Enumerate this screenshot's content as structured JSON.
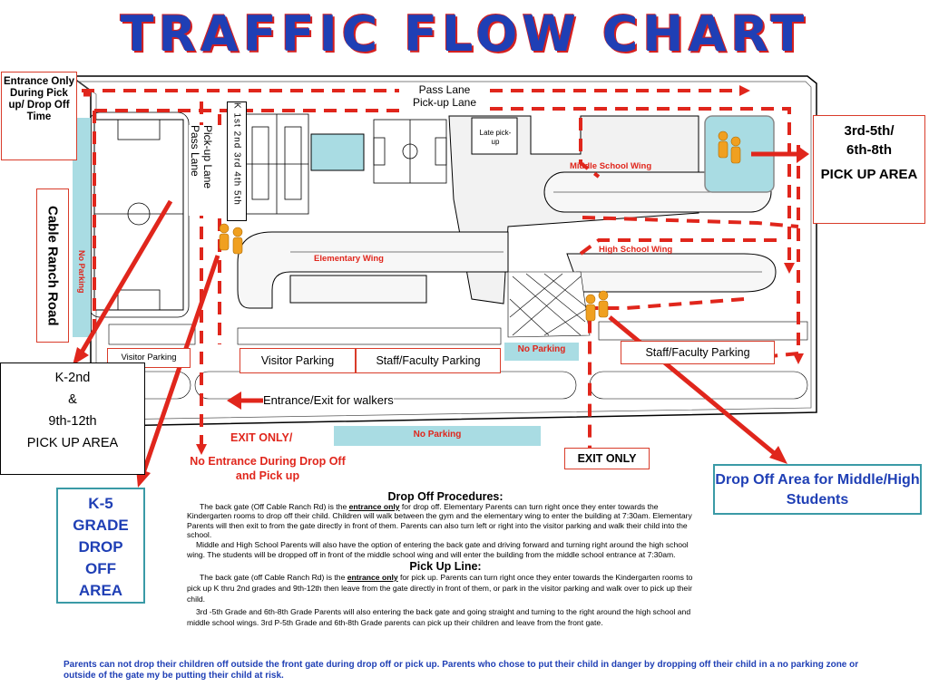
{
  "title": "TRAFFIC FLOW CHART",
  "labels": {
    "entrance_only": "Entrance Only During Pick up/ Drop Off Time",
    "cable_ranch_road": "Cable Ranch Road",
    "no_parking": "No Parking",
    "pass_lane_top": "Pass Lane",
    "pickup_lane_top": "Pick-up  Lane",
    "pass_lane_vert": "Pass Lane",
    "pickup_lane_vert": "Pick-up  Lane",
    "grades_vert": "K  1st  2nd  3rd  4th  5th",
    "late_pickup": "Late pick-up",
    "middle_school_wing": "Middle School Wing",
    "high_school_wing": "High School Wing",
    "elementary_wing": "Elementary Wing",
    "visitor_parking_small": "Visitor Parking",
    "visitor_parking": "Visitor Parking",
    "staff_faculty_parking": "Staff/Faculty Parking",
    "staff_faculty_parking_right": "Staff/Faculty Parking",
    "no_parking_center": "No Parking",
    "no_parking_bottom": "No Parking",
    "entrance_exit_walkers": "Entrance/Exit for walkers",
    "exit_only_left": "EXIT ONLY/",
    "no_entrance": "No Entrance During Drop Off and Pick up",
    "exit_only_right": "EXIT ONLY",
    "pickup_3_8_line1": "3rd-5th/",
    "pickup_3_8_line2": "6th-8th",
    "pickup_3_8_line3": "PICK UP AREA",
    "pickup_k2_line1": "K-2nd",
    "pickup_k2_line2": "&",
    "pickup_k2_line3": "9th-12th",
    "pickup_k2_line4": "PICK UP AREA",
    "k5_drop_off": "K-5 GRADE DROP OFF AREA",
    "drop_off_middle_high": "Drop Off Area for Middle/High Students"
  },
  "procedures": {
    "drop_off_heading": "Drop Off Procedures:",
    "drop_off_p1_a": "The back gate (Off Cable Ranch Rd) is the ",
    "drop_off_p1_em": "entrance only",
    "drop_off_p1_b": " for drop off.  Elementary Parents can turn right once they enter towards the Kindergarten rooms to drop off their child.  Children will walk between the gym and the elementary wing to enter the building at 7:30am.  Elementary Parents will then exit to from the gate directly in front of them.  Parents can also turn left or right into the visitor parking and walk their child into the school.",
    "drop_off_p2": "Middle and High School Parents will also have the option of entering the back gate and driving forward and turning right around the high school wing.  The students will be dropped off in front of the middle school wing and will enter the building from the middle school entrance at 7:30am.",
    "pickup_heading": "Pick Up Line:",
    "pickup_p1_a": "The back gate (off Cable Ranch Rd) is the ",
    "pickup_p1_em": "entrance only",
    "pickup_p1_b": " for pick up.  Parents can turn right once they enter towards the Kindergarten rooms to pick up K thru 2nd grades and 9th-12th  then leave from the gate directly in front of them, or park in the visitor parking and walk over to pick up their child.",
    "pickup_p2": "3rd  -5th Grade and 6th-8th Grade  Parents will also  entering the back gate and going straight and turning to the right around the high school and middle school wings. 3rd P-5th Grade and 6th-8th Grade parents can pick up their children and leave from the front gate.",
    "warning": "Parents can not drop their children off outside the front gate during drop off or pick up.  Parents who chose to put their child in danger by dropping  off their child in a no parking zone or outside of the gate my be putting their child at risk."
  },
  "colors": {
    "title_blue": "#1f3fb5",
    "title_shadow_red": "#d42020",
    "arrow_red": "#e0261c",
    "teal_box": "#a9dce3",
    "box_border_red": "#d93c2a",
    "box_border_teal": "#3a9aa6"
  }
}
